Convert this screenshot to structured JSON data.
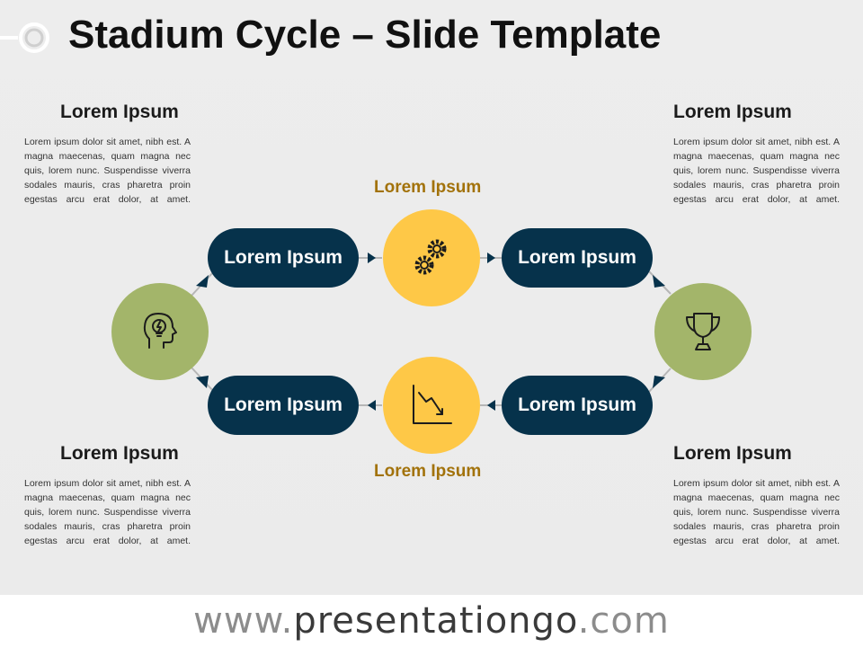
{
  "header": {
    "title": "Stadium Cycle – Slide Template"
  },
  "blocks": {
    "top_left": {
      "heading": "Lorem Ipsum",
      "text": "Lorem ipsum dolor sit amet, nibh est. A magna maecenas, quam magna nec quis, lorem nunc. Suspendisse viverra sodales mauris, cras pharetra proin egestas arcu erat dolor, at amet."
    },
    "top_right": {
      "heading": "Lorem Ipsum",
      "text": "Lorem ipsum dolor sit amet, nibh est. A magna maecenas, quam magna nec quis, lorem nunc. Suspendisse viverra sodales mauris, cras pharetra proin egestas arcu erat dolor, at amet."
    },
    "bottom_left": {
      "heading": "Lorem Ipsum",
      "text": "Lorem ipsum dolor sit amet, nibh est. A magna maecenas, quam magna nec quis, lorem nunc. Suspendisse viverra sodales mauris, cras pharetra proin egestas arcu erat dolor, at amet."
    },
    "bottom_right": {
      "heading": "Lorem Ipsum",
      "text": "Lorem ipsum dolor sit amet, nibh est. A magna maecenas, quam magna nec quis, lorem nunc. Suspendisse viverra sodales mauris, cras pharetra proin egestas arcu erat dolor, at amet."
    }
  },
  "cycle": {
    "top_label": "Lorem Ipsum",
    "bottom_label": "Lorem Ipsum",
    "pills": {
      "top_left": "Lorem Ipsum",
      "top_right": "Lorem Ipsum",
      "bottom_left": "Lorem Ipsum",
      "bottom_right": "Lorem Ipsum"
    },
    "icons": {
      "left": "head-lightbulb-icon",
      "top_center": "gears-icon",
      "right": "trophy-icon",
      "bottom_center": "declining-chart-icon"
    }
  },
  "colors": {
    "pill": "#06324b",
    "circle_yellow": "#fec847",
    "circle_green": "#a3b56a",
    "mid_label": "#a2720a",
    "background": "#ededed"
  },
  "footer": {
    "prefix": "www.",
    "brand": "presentationgo",
    "suffix": ".com"
  }
}
